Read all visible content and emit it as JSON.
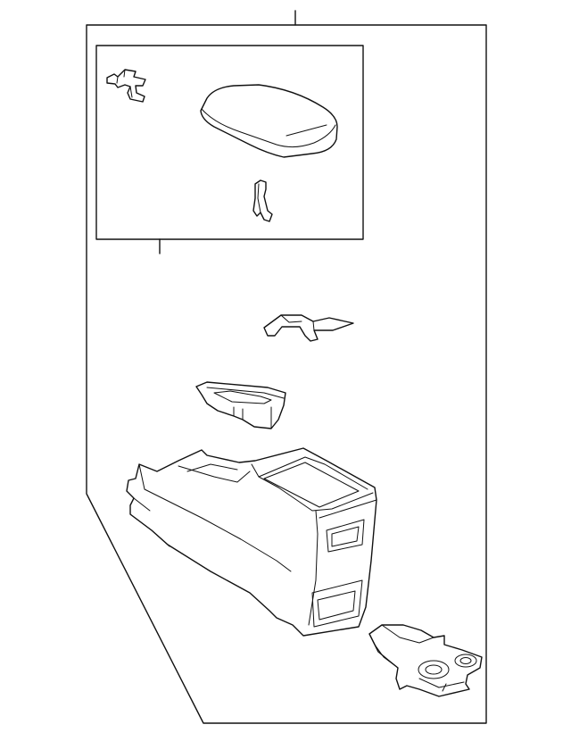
{
  "diagram": {
    "type": "exploded-parts-diagram",
    "colors": {
      "line": "#111111",
      "background": "#ffffff"
    },
    "parts": [
      {
        "name": "console-assembly"
      },
      {
        "name": "armrest-subassembly"
      },
      {
        "name": "armrest-hinge-bracket"
      },
      {
        "name": "armrest-lid"
      },
      {
        "name": "lock-latch"
      },
      {
        "name": "panel-retainer-clip"
      },
      {
        "name": "cup-holder-tray"
      },
      {
        "name": "console-box-body"
      },
      {
        "name": "rear-mounting-bracket"
      }
    ]
  }
}
